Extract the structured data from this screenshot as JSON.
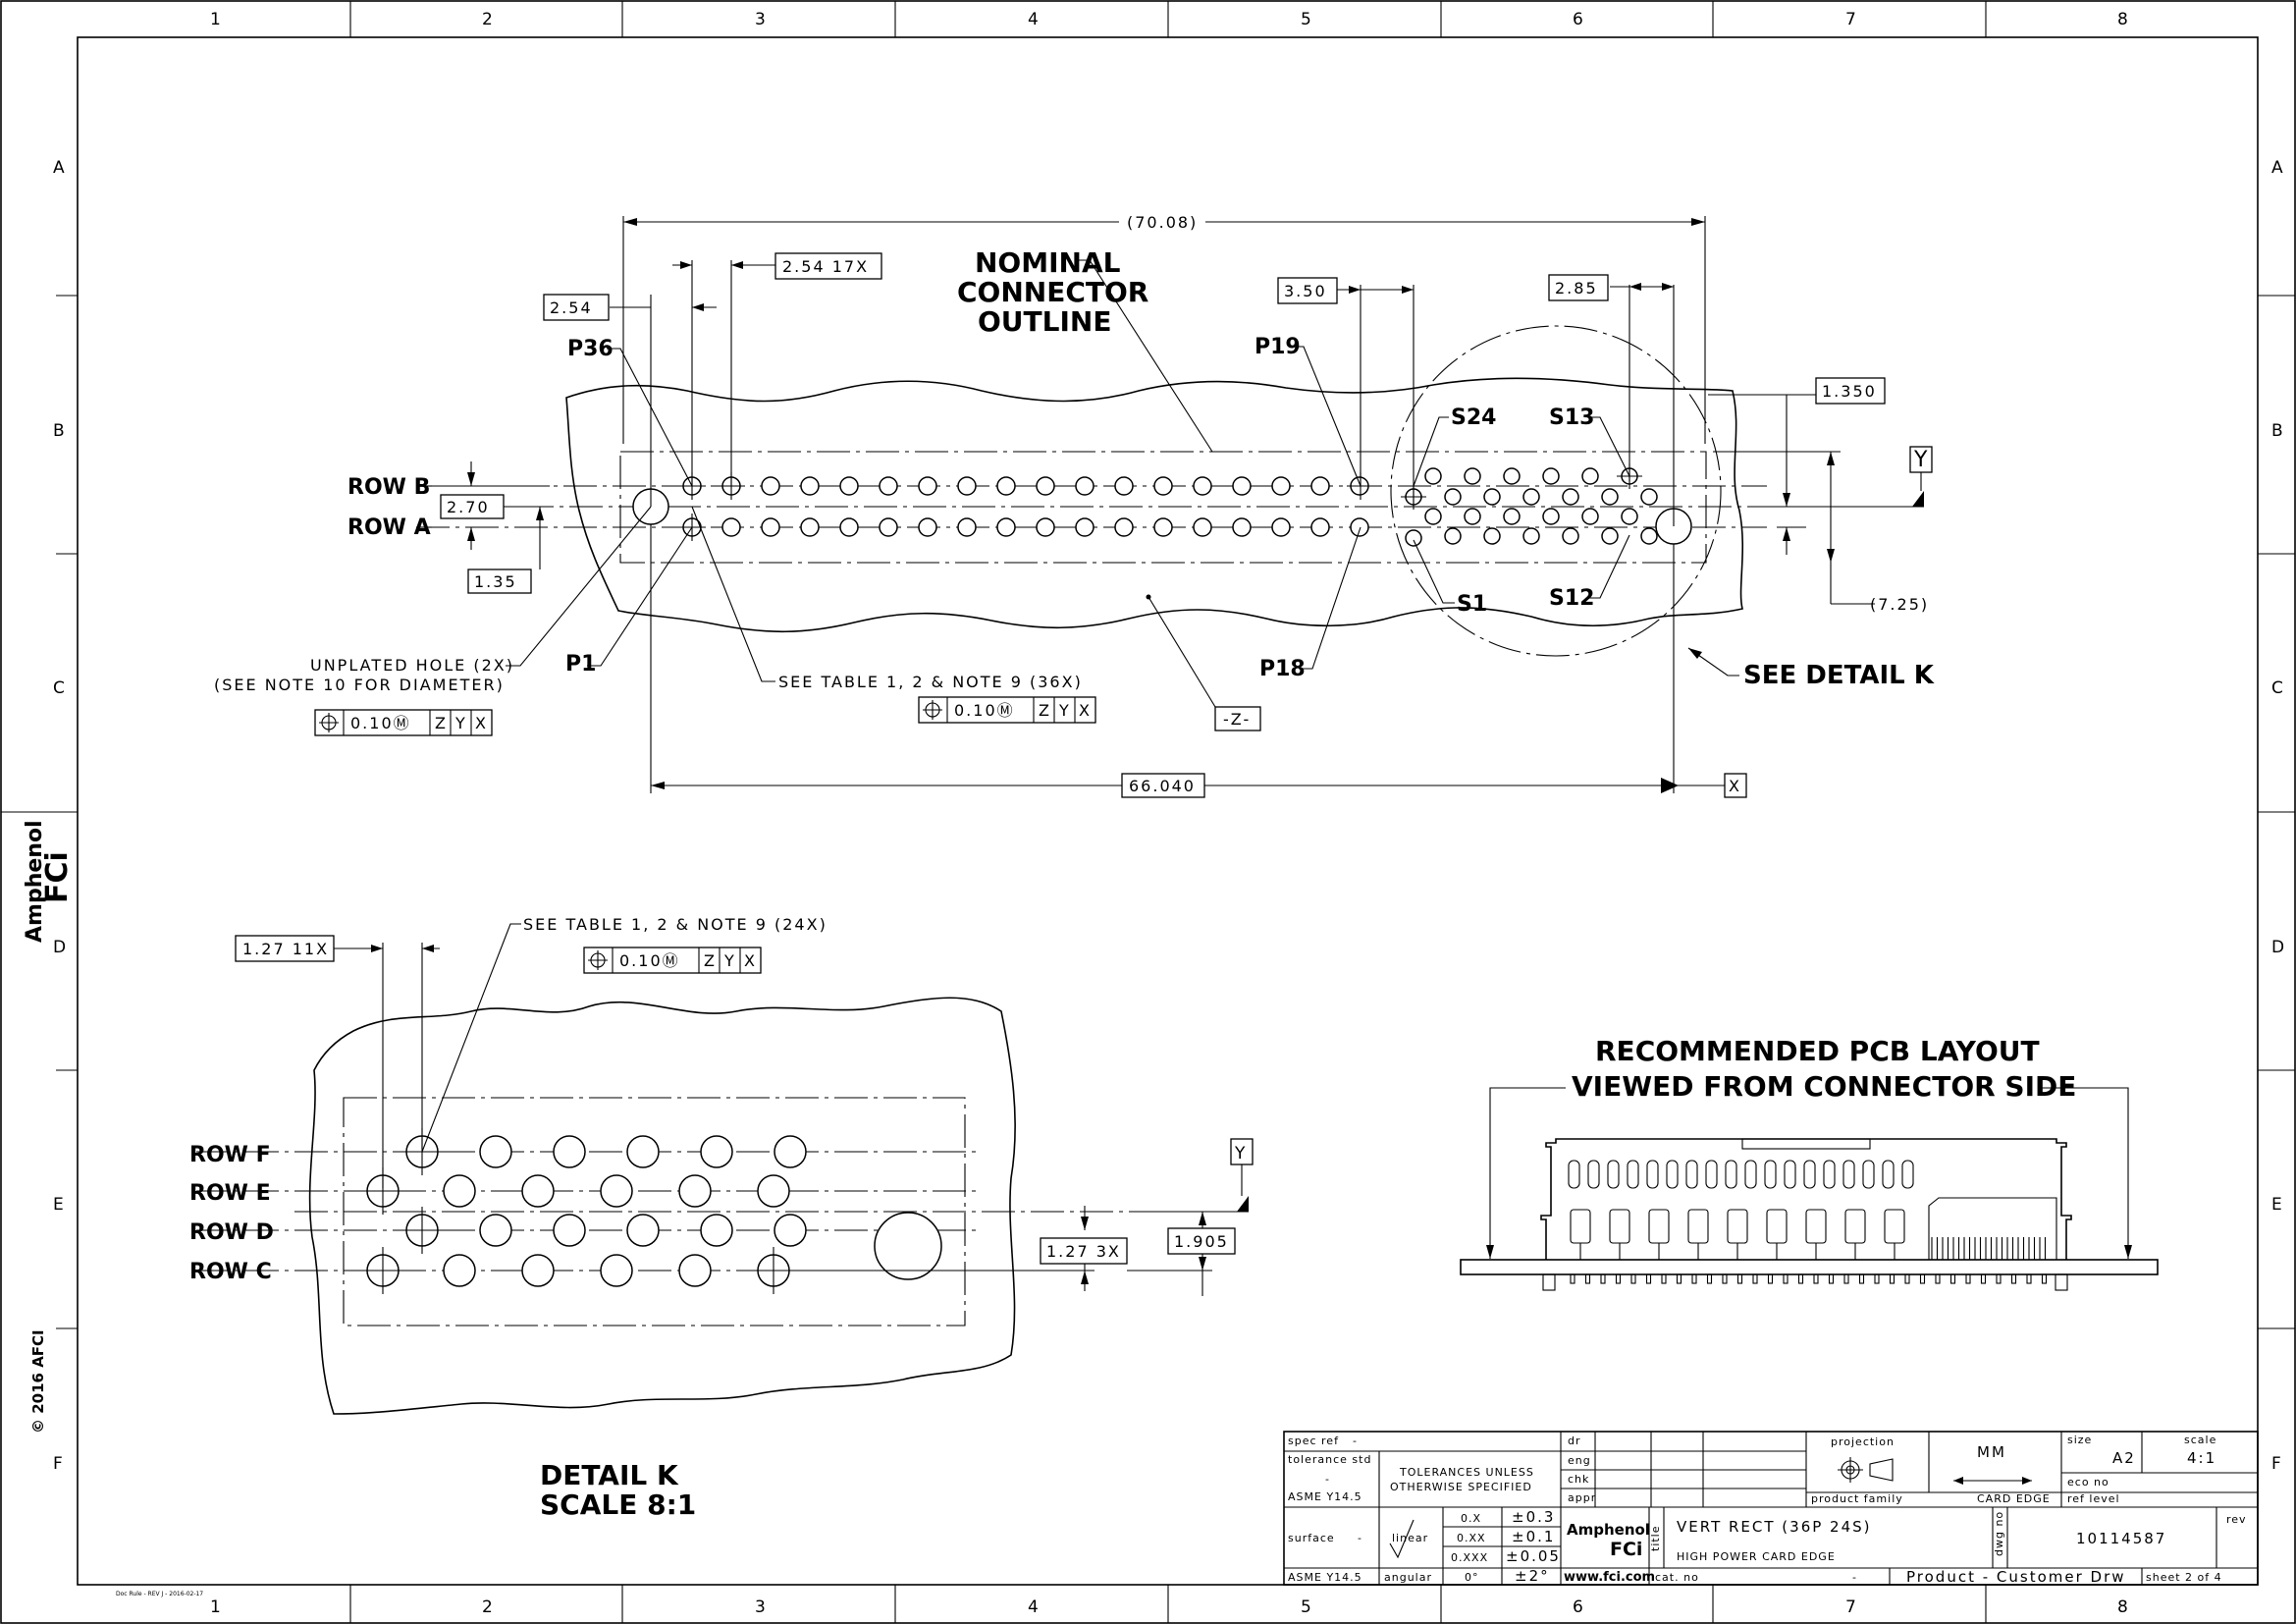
{
  "border": {
    "columns": [
      "1",
      "2",
      "3",
      "4",
      "5",
      "6",
      "7",
      "8"
    ],
    "rows": [
      "A",
      "B",
      "C",
      "D",
      "E",
      "F"
    ]
  },
  "side": {
    "brand_line1": "Amphenol",
    "brand_line2": "FCi",
    "copyright": "© 2016 AFCI"
  },
  "footer_small": "Doc Rule - REV J - 2016-02-17",
  "top_view": {
    "dim_overall": "(70.08)",
    "dim_pitch_b": "2.54",
    "dim_pitch_17x": "2.54 17X",
    "dim_p19": "3.50",
    "dim_s13": "2.85",
    "dim_1350": "1.350",
    "dim_270": "2.70",
    "dim_135": "1.35",
    "dim_725": "(7.25)",
    "dim_66040": "66.040",
    "nominal_outline": [
      "NOMINAL",
      "CONNECTOR",
      "OUTLINE"
    ],
    "labels": {
      "p36": "P36",
      "p19": "P19",
      "s24": "S24",
      "s13": "S13",
      "s1": "S1",
      "s12": "S12",
      "p1": "P1",
      "p18": "P18",
      "row_b": "ROW B",
      "row_a": "ROW A"
    },
    "unplated_note": [
      "UNPLATED HOLE (2X)",
      "(SEE NOTE 10 FOR DIAMETER)"
    ],
    "see_table_note": "SEE TABLE 1, 2 & NOTE 9 (36X)",
    "see_detail": "SEE DETAIL K",
    "fcf_tol": "0.10Ⓜ",
    "fcf_z": "Z",
    "fcf_y": "Y",
    "fcf_x": "X",
    "datum_z": "-Z-",
    "datum_y": "Y",
    "datum_x": "X"
  },
  "detail_view": {
    "dim_127_11x": "1.27 11X",
    "see_table_note": "SEE TABLE 1, 2 & NOTE 9 (24X)",
    "fcf_tol": "0.10Ⓜ",
    "dim_127_3x": "1.27 3X",
    "dim_1905": "1.905",
    "datum_y": "Y",
    "rows": [
      "ROW F",
      "ROW E",
      "ROW D",
      "ROW C"
    ],
    "title": "DETAIL K",
    "scale": "SCALE 8:1"
  },
  "pcb_layout": {
    "title_line1": "RECOMMENDED PCB LAYOUT",
    "title_line2": "VIEWED FROM CONNECTOR SIDE"
  },
  "title_block": {
    "spec_ref_label": "spec ref",
    "spec_ref_value": "-",
    "tolerance_std_label": "tolerance std",
    "tolerance_std_value": "-",
    "asme": "ASME Y14.5",
    "tol_unless_1": "TOLERANCES UNLESS",
    "tol_unless_2": "OTHERWISE SPECIFIED",
    "surface_label": "surface",
    "surface_value": "-",
    "linear_label": "linear",
    "angular_label": "angular",
    "tol_x": "0.X",
    "tol_x_val": "±0.3",
    "tol_xx": "0.XX",
    "tol_xx_val": "±0.1",
    "tol_xxx": "0.XXX",
    "tol_xxx_val": "±0.05",
    "tol_deg": "0°",
    "tol_deg_val": "±2°",
    "dr": "dr",
    "eng": "eng",
    "chk": "chk",
    "appr": "appr",
    "projection_label": "projection",
    "units": "MM",
    "size_label": "size",
    "size_value": "A2",
    "scale_label": "scale",
    "scale_value": "4:1",
    "eco_label": "eco no",
    "ref_label": "ref level",
    "product_family_label": "product family",
    "product_family_value": "CARD EDGE",
    "brand_line1": "Amphenol",
    "brand_line2": "FCi",
    "website": "www.fci.com",
    "title_label": "title",
    "title_main": "VERT RECT (36P 24S)",
    "title_sub": "HIGH POWER CARD EDGE",
    "dwg_label": "dwg no",
    "dwg_no": "10114587",
    "rev_label": "rev",
    "cat_label": "cat. no",
    "cat_value": "-",
    "drawing_type": "Product - Customer Drw",
    "sheet": "sheet 2 of 4"
  }
}
